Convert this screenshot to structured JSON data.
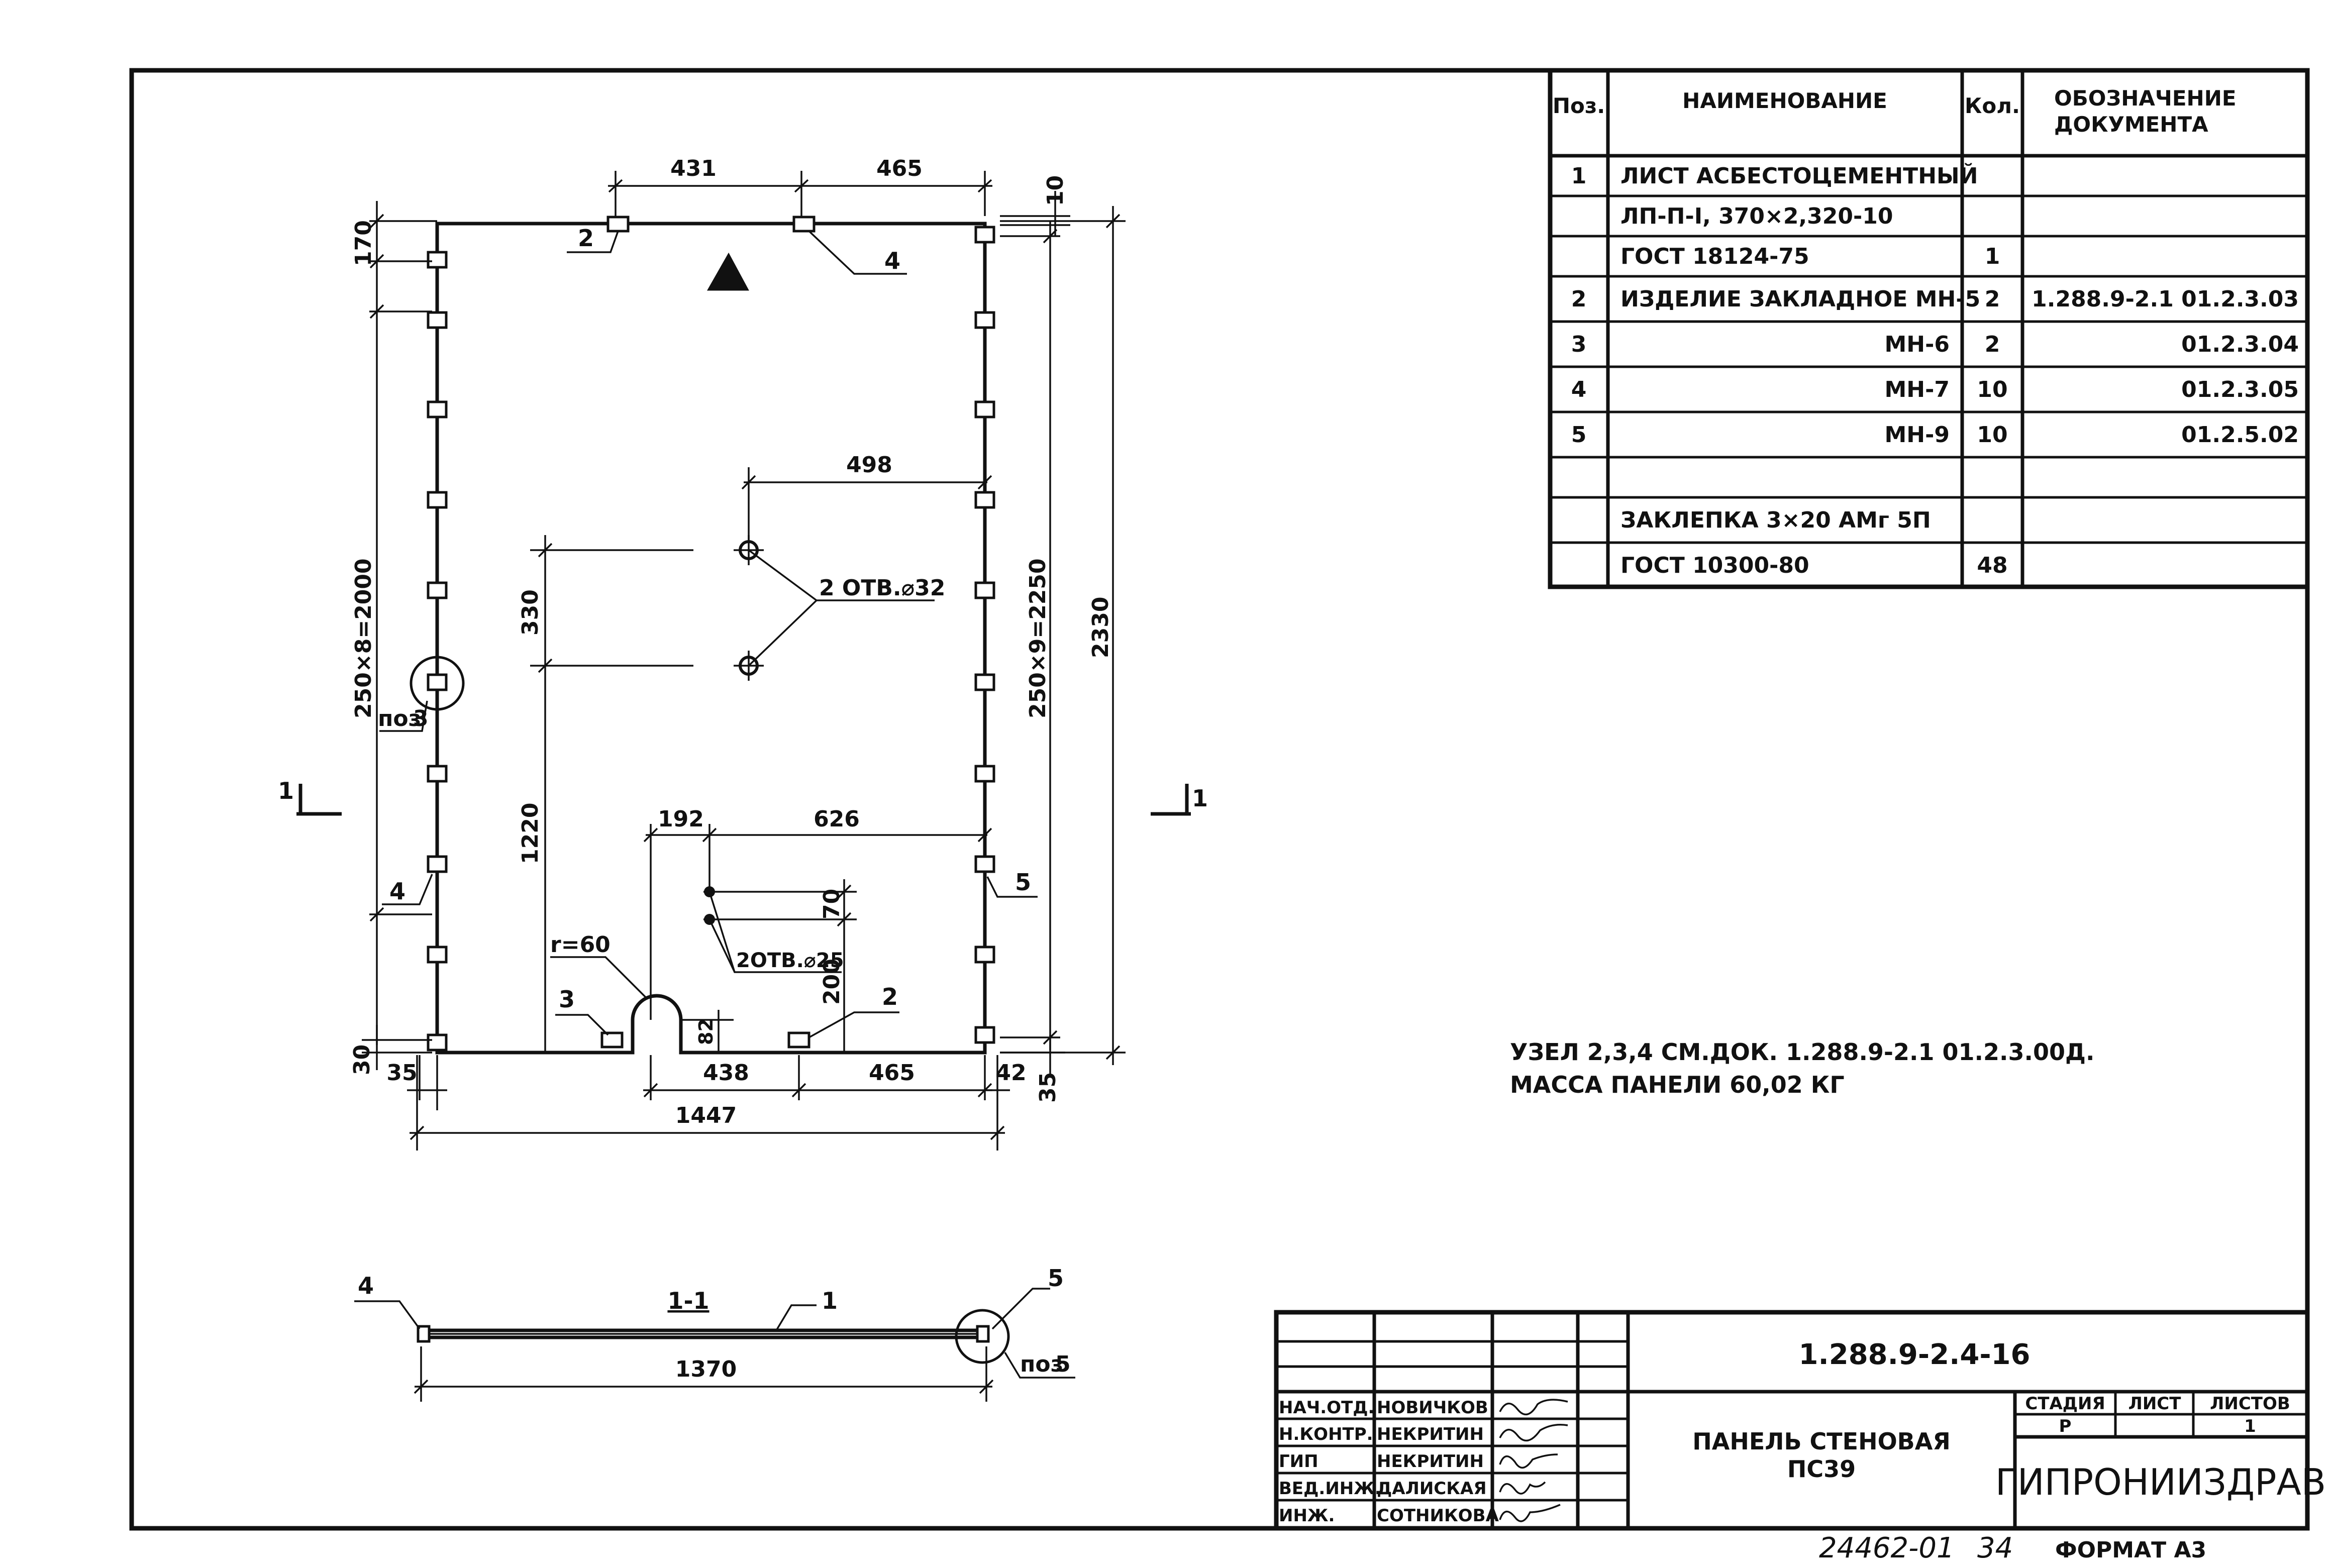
{
  "spec_table": {
    "headers": {
      "pos": "Поз.",
      "name": "НАИМЕНОВАНИЕ",
      "qty": "Кол.",
      "doc_line1": "ОБОЗНАЧЕНИЕ",
      "doc_line2": "ДОКУМЕНТА"
    },
    "rows": [
      {
        "pos": "1",
        "name": "ЛИСТ АСБЕСТОЦЕМЕНТНЫЙ",
        "qty": "",
        "doc": ""
      },
      {
        "pos": "",
        "name": "ЛП-П-Ⅰ, 370×2,320-10",
        "qty": "",
        "doc": ""
      },
      {
        "pos": "",
        "name": "ГОСТ 18124-75",
        "qty": "1",
        "doc": ""
      },
      {
        "pos": "2",
        "name": "ИЗДЕЛИЕ ЗАКЛАДНОЕ МН-5",
        "qty": "2",
        "doc": "1.288.9-2.1 01.2.3.03"
      },
      {
        "pos": "3",
        "name": "МН-6",
        "qty": "2",
        "doc": "01.2.3.04"
      },
      {
        "pos": "4",
        "name": "МН-7",
        "qty": "10",
        "doc": "01.2.3.05"
      },
      {
        "pos": "5",
        "name": "МН-9",
        "qty": "10",
        "doc": "01.2.5.02"
      },
      {
        "pos": "",
        "name": "",
        "qty": "",
        "doc": ""
      },
      {
        "pos": "",
        "name": "ЗАКЛЕПКА 3×20 АМг 5П",
        "qty": "",
        "doc": ""
      },
      {
        "pos": "",
        "name": "ГОСТ 10300-80",
        "qty": "48",
        "doc": ""
      }
    ]
  },
  "drawing": {
    "dims": {
      "top_left": "431",
      "top_right": "465",
      "top_edge": "10",
      "left_top": "170",
      "left_series": "250×8=2000",
      "left_bottom": "30",
      "right_series": "250×9=2250",
      "total_height": "2330",
      "hole_offset": "498",
      "hole_spacing": "330",
      "hole_height": "1220",
      "cut_offset": "192",
      "cut_width": "626",
      "small_spacing": "70",
      "small_height": "200",
      "cut_depth": "82",
      "radius": "r=60",
      "bottom_mid": "438",
      "bottom_right": "465",
      "bottom_left_edge": "35",
      "bottom_right_edge": "42",
      "right_bottom_edge": "35",
      "total_width": "1447",
      "section_width": "1370"
    },
    "labels": {
      "holes_large": "2 ОТВ.⌀32",
      "holes_small": "2ОТВ.⌀25",
      "pos_callout_left": "поз",
      "pos_callout_left_num": "3",
      "pos_callout_section": "поз",
      "section_mark": "1",
      "section_title": "1-1",
      "mark_2": "2",
      "mark_3": "3",
      "mark_4": "4",
      "mark_5": "5",
      "mark_1": "1"
    }
  },
  "notes": {
    "line1": "УЗЕЛ 2,3,4 СМ.ДОК. 1.288.9-2.1 01.2.3.00Д.",
    "line2": "МАССА ПАНЕЛИ 60,02 КГ"
  },
  "title_block": {
    "doc_number": "1.288.9-2.4-16",
    "title_line1": "ПАНЕЛЬ СТЕНОВАЯ",
    "title_line2": "ПС39",
    "stage_header": "СТАДИЯ",
    "sheet_header": "ЛИСТ",
    "sheets_header": "ЛИСТОВ",
    "stage": "Р",
    "sheet": "",
    "sheets": "1",
    "organization": "ГИПРОНИИЗДРАВ",
    "staff": [
      {
        "role": "НАЧ.ОТД.",
        "name": "НОВИЧКОВ"
      },
      {
        "role": "Н.КОНТР.",
        "name": "НЕКРИТИН"
      },
      {
        "role": "ГИП",
        "name": "НЕКРИТИН"
      },
      {
        "role": "ВЕД.ИНЖ.",
        "name": "ДАЛИСКАЯ"
      },
      {
        "role": "ИНЖ.",
        "name": "СОТНИКОВА"
      }
    ]
  },
  "footer": {
    "archive_number": "24462-01",
    "page": "34",
    "format": "ФОРМАТ А3"
  }
}
